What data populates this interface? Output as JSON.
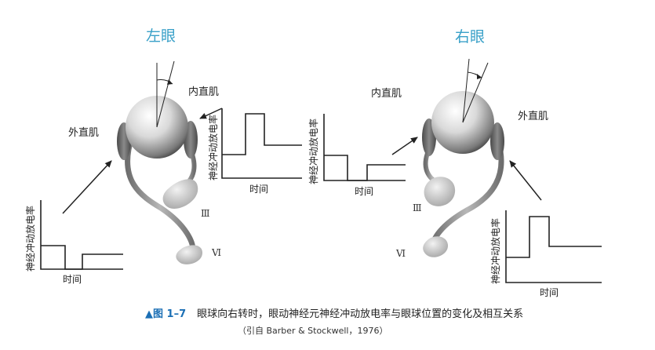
{
  "figure": {
    "left_eye": {
      "title": "左眼",
      "label_medial": "内直肌",
      "label_lateral": "外直肌",
      "cranial_nerve_upper": "Ⅲ",
      "cranial_nerve_lower": "Ⅵ"
    },
    "right_eye": {
      "title": "右眼",
      "label_medial": "内直肌",
      "label_lateral": "外直肌",
      "cranial_nerve_upper": "Ⅲ",
      "cranial_nerve_lower": "Ⅵ"
    },
    "plots": {
      "ylabel": "神经冲动放电率",
      "xlabel": "时间"
    },
    "caption": {
      "prefix": "▲图 1–7",
      "text": "眼球向右转时，眼动神经元神经冲动放电率与眼球位置的变化及相互关系",
      "citation": "（引自 Barber & Stockwell，1976）"
    },
    "colors": {
      "title_blue": "#39a0c8",
      "caption_blue": "#1b6fb5"
    }
  }
}
